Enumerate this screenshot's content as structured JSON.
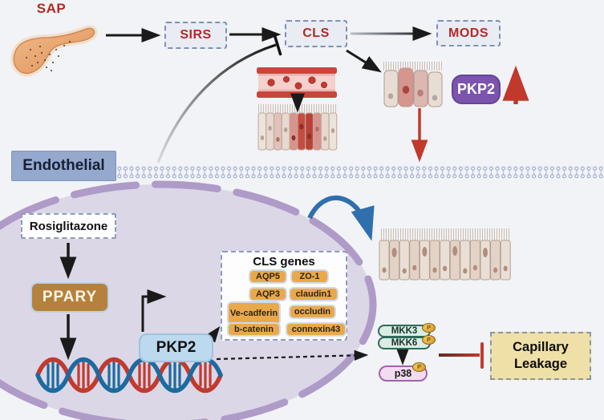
{
  "figure": {
    "description": "Pathway diagram: SAP-induced capillary leakage and PKP2 signaling in endothelial cells"
  },
  "colors": {
    "background": "#f1f3f6",
    "red_text": "#b22a28",
    "purple_box": "#7c54ae",
    "gold_box": "#b5813c",
    "blue_box": "#bcd9ee",
    "orange_chip": "#e9a94a",
    "endothelial_box": "#94a9cd",
    "capillary_box": "#efe0a8",
    "mkk_pill": "#d9ede4",
    "p38_pill": "#f3dbf1",
    "arrow_black": "#1a1a1a",
    "arrow_red": "#c0392b",
    "arrow_blue": "#2f6fad",
    "membrane_purple": "#ae9bc8",
    "dna_red": "#c13a30",
    "dna_blue": "#1c6ba0"
  },
  "labels": {
    "sap": "SAP",
    "sirs": "SIRS",
    "cls": "CLS",
    "mods": "MODS",
    "pkp2_top": "PKP2",
    "endothelial": "Endothelial",
    "rosiglitazone": "Rosiglitazone",
    "ppary": "PPARY",
    "pkp2_cell": "PKP2",
    "mkk3": "MKK3",
    "mkk6": "MKK6",
    "p38": "p38",
    "phosphate": "P",
    "capillary_leakage": "Capillary Leakage"
  },
  "cls_genes": {
    "title": "CLS genes",
    "left_column": [
      "AQP5",
      "AQP3",
      "Ve-cadferin",
      "b-catenin"
    ],
    "right_column": [
      "ZO-1",
      "claudin1",
      "occludin",
      "connexin43"
    ]
  }
}
